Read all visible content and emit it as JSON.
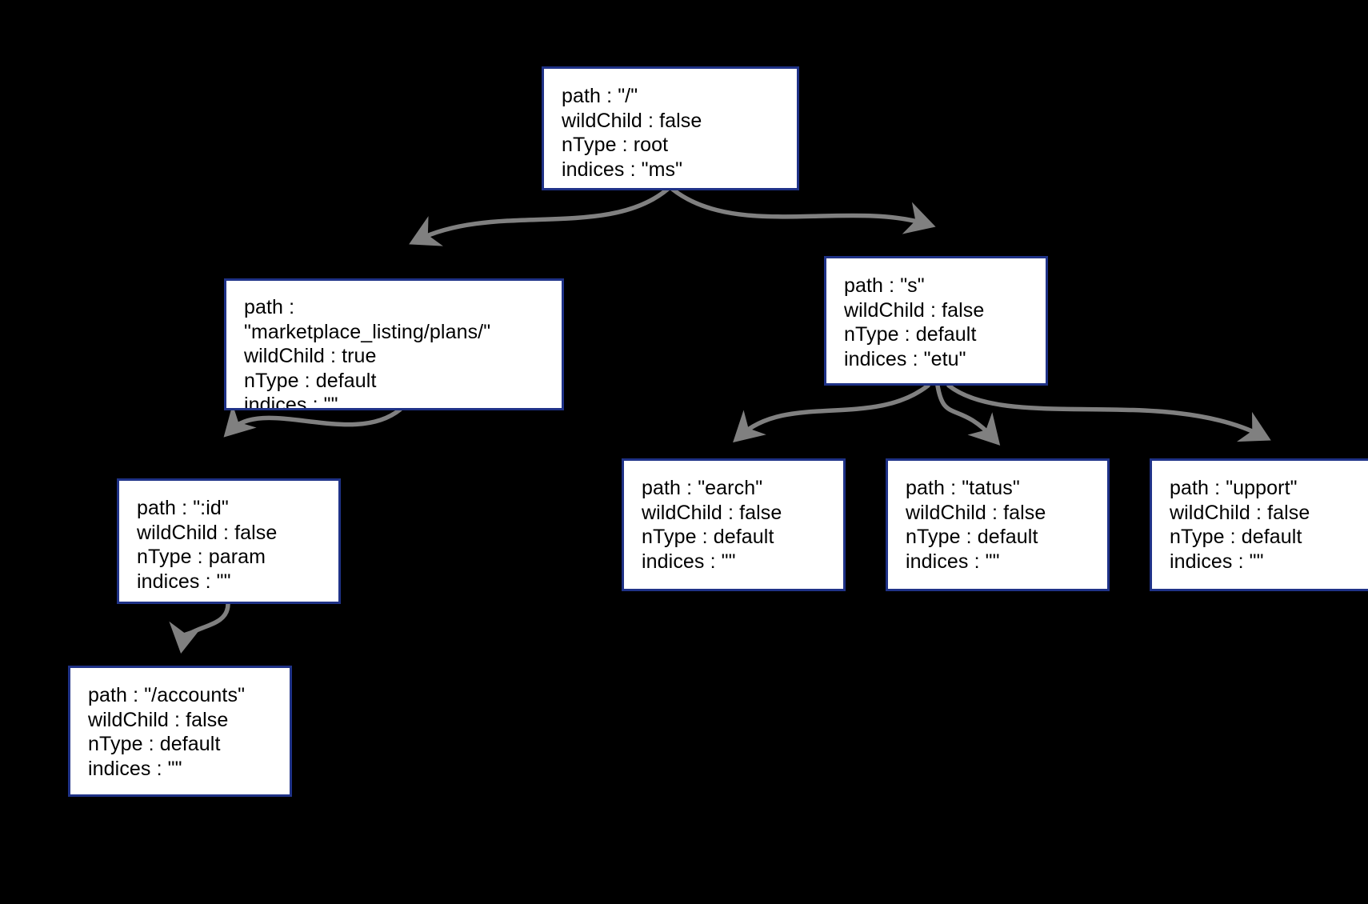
{
  "diagram": {
    "type": "radix-tree",
    "background_color": "#000000",
    "node_fill": "#ffffff",
    "node_border_color": "#1f3287",
    "edge_color": "#808080",
    "text_color": "#000000",
    "field_labels": [
      "path",
      "wildChild",
      "nType",
      "indices"
    ],
    "nodes": [
      {
        "id": "root",
        "path": "path : \"/\"",
        "wildChild": "wildChild : false",
        "nType": "nType : root",
        "indices": "indices : \"ms\""
      },
      {
        "id": "marketplace",
        "path": "path :",
        "path_value": "\"marketplace_listing/plans/\"",
        "wildChild": "wildChild : true",
        "nType": "nType : default",
        "indices": "indices : \"\""
      },
      {
        "id": "s",
        "path": "path : \"s\"",
        "wildChild": "wildChild : false",
        "nType": "nType : default",
        "indices": "indices : \"etu\""
      },
      {
        "id": "id-param",
        "path": "path : \":id\"",
        "wildChild": "wildChild : false",
        "nType": "nType : param",
        "indices": "indices : \"\""
      },
      {
        "id": "accounts",
        "path": "path : \"/accounts\"",
        "wildChild": "wildChild : false",
        "nType": "nType : default",
        "indices": "indices : \"\""
      },
      {
        "id": "earch",
        "path": "path : \"earch\"",
        "wildChild": "wildChild : false",
        "nType": "nType : default",
        "indices": "indices : \"\""
      },
      {
        "id": "tatus",
        "path": "path : \"tatus\"",
        "wildChild": "wildChild : false",
        "nType": "nType : default",
        "indices": "indices : \"\""
      },
      {
        "id": "upport",
        "path": "path : \"upport\"",
        "wildChild": "wildChild : false",
        "nType": "nType : default",
        "indices": "indices : \"\""
      }
    ],
    "edges": [
      {
        "from": "root",
        "to": "marketplace"
      },
      {
        "from": "root",
        "to": "s"
      },
      {
        "from": "marketplace",
        "to": "id-param"
      },
      {
        "from": "id-param",
        "to": "accounts"
      },
      {
        "from": "s",
        "to": "earch"
      },
      {
        "from": "s",
        "to": "tatus"
      },
      {
        "from": "s",
        "to": "upport"
      }
    ]
  }
}
